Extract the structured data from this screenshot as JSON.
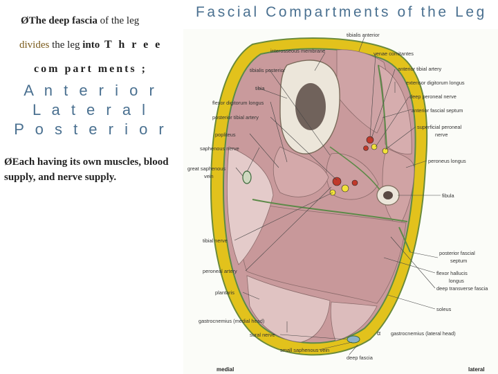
{
  "left_text": {
    "bullet1_arrow": "Ø",
    "bullet1_bold": "The deep fascia",
    "bullet1_rest": " of the leg",
    "line2_olive": "divides",
    "line2_mid": " the leg ",
    "line2_bold": "into",
    "line2_spaced": " T h r e e",
    "line3": "com part ments ;",
    "compartments": [
      "A n t e r i o r",
      "L a t e r a l",
      "P o s t e r i o r"
    ],
    "bullet2_arrow": "Ø",
    "bullet2_text": "Each having its own muscles, blood supply, and nerve supply."
  },
  "title": "Fascial Compartments of the Leg",
  "figure": {
    "labels": {
      "tibialis_anterior": "tibialis anterior",
      "interosseous_membrane": "interosseous membrane",
      "venae_comitantes": "venae comitantes",
      "tibialis_posterior": "tibialis posterior",
      "anterior_tibial_artery": "anterior tibial artery",
      "extensor_digitorum_longus": "extensor digitorum longus",
      "tibia": "tibia",
      "deep_peroneal_nerve": "deep peroneal nerve",
      "flexor_digitorum_longus": "flexor digitorum longus",
      "anterior_fascial_septum": "anterior fascial septum",
      "posterior_tibial_artery": "posterior tibial artery",
      "superficial_peroneal_nerve_1": "superficial peroneal",
      "superficial_peroneal_nerve_2": "nerve",
      "popliteus": "popliteus",
      "saphenous_nerve": "saphenous nerve",
      "peroneus_longus": "peroneus longus",
      "great_saphenous_vein_1": "great saphenous",
      "great_saphenous_vein_2": "vein",
      "fibula": "fibula",
      "tibial_nerve": "tibial nerve",
      "posterior_fascial_septum_1": "posterior fascial",
      "posterior_fascial_septum_2": "septum",
      "peroneal_artery": "peroneal artery",
      "flexor_hallucis_longus_1": "flexor hallucis",
      "flexor_hallucis_longus_2": "longus",
      "plantaris": "plantaris",
      "deep_transverse_fascia": "deep transverse fascia",
      "soleus": "soleus",
      "gastrocnemius_medial": "gastrocnemius (medial head)",
      "gastrocnemius_lateral": "gastrocnemius (lateral head)",
      "alpha": "α",
      "sural_nerve": "sural nerve",
      "small_saphenous_vein": "small saphenous vein",
      "deep_fascia": "deep fascia",
      "medial": "medial",
      "lateral": "lateral"
    },
    "colors": {
      "fat": "#e2c21c",
      "muscle": "#c99a9c",
      "muscle_light": "#e0c3c2",
      "bone": "#ece6da",
      "fascia": "#5c8a48",
      "artery": "#c0392b",
      "nerve": "#f2e23a"
    }
  }
}
